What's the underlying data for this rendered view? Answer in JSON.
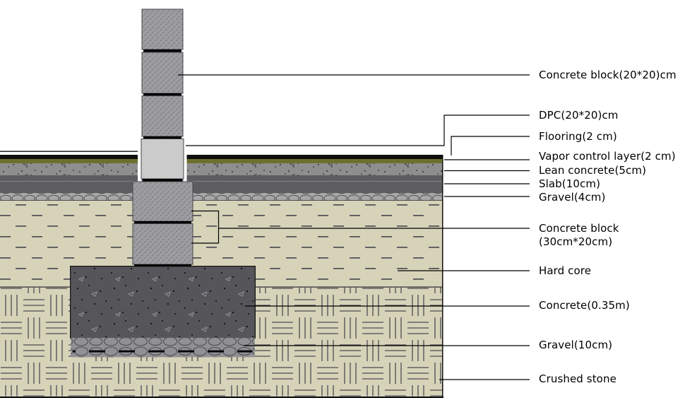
{
  "diagram": {
    "callouts": [
      {
        "id": "concrete-block-20",
        "text": "Concrete block(20*20)cm"
      },
      {
        "id": "dpc",
        "text": "DPC(20*20)cm"
      },
      {
        "id": "flooring",
        "text": "Flooring(2 cm)"
      },
      {
        "id": "vapor-control",
        "text": "Vapor control layer(2 cm)"
      },
      {
        "id": "lean-concrete",
        "text": "Lean concrete(5cm)"
      },
      {
        "id": "slab",
        "text": "Slab(10cm)"
      },
      {
        "id": "gravel-4",
        "text": "Gravel(4cm)"
      },
      {
        "id": "concrete-block-30-line1",
        "text": "Concrete block"
      },
      {
        "id": "concrete-block-30-line2",
        "text": "(30cm*20cm)"
      },
      {
        "id": "hard-core",
        "text": "Hard core"
      },
      {
        "id": "concrete-footing",
        "text": "Concrete(0.35m)"
      },
      {
        "id": "gravel-10",
        "text": "Gravel(10cm)"
      },
      {
        "id": "crushed-stone",
        "text": "Crushed stone"
      }
    ],
    "colors": {
      "background": "#ffffff",
      "block_gray": "#9d9da1",
      "dpc_gray": "#cbcbcb",
      "joint_black": "#000000",
      "flooring_band": "#0f0f0f",
      "vapor_olive": "#6f6f2d",
      "lean_concrete": "#8e8e8e",
      "slab_gray": "#5d5d61",
      "gravel_gray": "#a8a8a8",
      "footing_gray": "#56565a",
      "footing_gravel": "#919195",
      "soil_beige": "#d7d3b9",
      "line_black": "#111111"
    }
  }
}
